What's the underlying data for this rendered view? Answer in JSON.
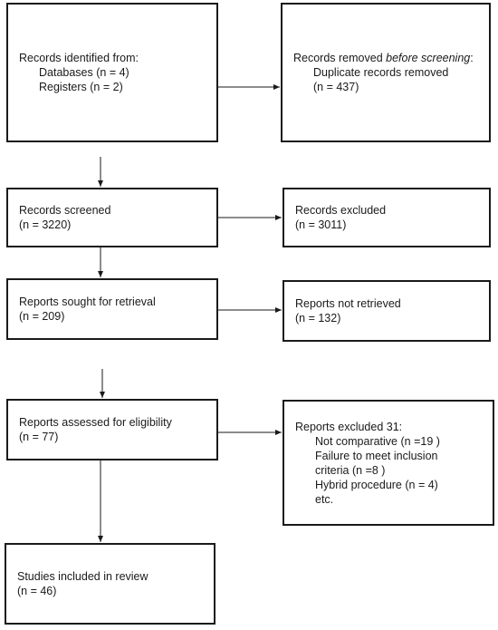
{
  "identification": {
    "title": "Records identified from:",
    "databases": "Databases (n = 4)",
    "registers": "Registers (n = 2)"
  },
  "removed": {
    "title_start": "Records removed ",
    "title_italic": "before screening",
    "title_end": ":",
    "duplicates": "Duplicate records removed",
    "duplicates_count": "(n = 437)"
  },
  "screened": {
    "title": "Records screened",
    "count": "(n = 3220)"
  },
  "excluded": {
    "title": "Records excluded",
    "count": "(n = 3011)"
  },
  "sought": {
    "title": "Reports sought for retrieval",
    "count": "(n = 209)"
  },
  "not_retrieved": {
    "title": "Reports not retrieved",
    "count": "(n = 132)"
  },
  "assessed": {
    "title": "Reports assessed for eligibility",
    "count": "(n = 77)"
  },
  "reports_excluded": {
    "title": "Reports excluded 31:",
    "reasons": [
      "Not comparative (n =19 )",
      "Failure to meet inclusion",
      "criteria (n =8 )",
      "Hybrid procedure (n = 4)",
      "etc."
    ]
  },
  "included": {
    "title": "Studies included in review",
    "count": "(n = 46)"
  }
}
